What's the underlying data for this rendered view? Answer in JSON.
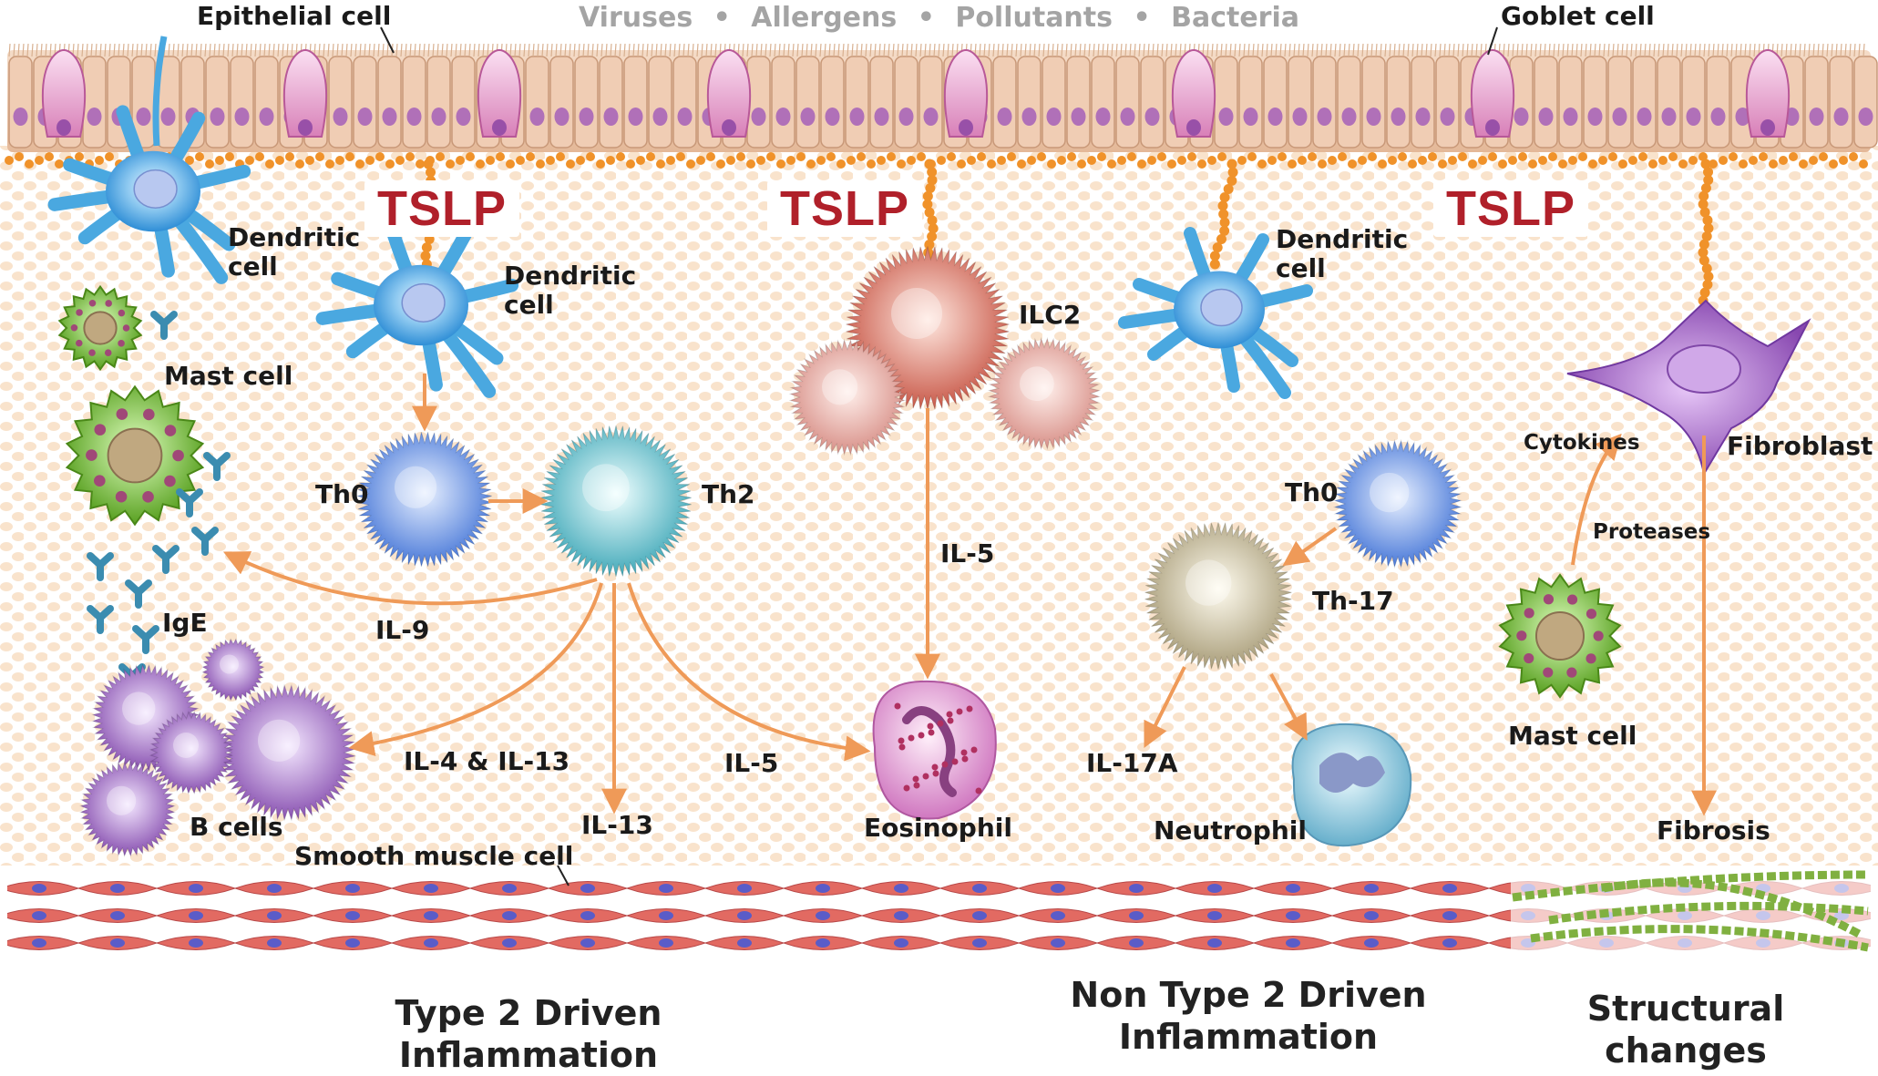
{
  "triggers": [
    "Viruses",
    "Allergens",
    "Pollutants",
    "Bacteria"
  ],
  "trigger_separator": "•",
  "tslp_label": "TSLP",
  "labels": {
    "epithelial": "Epithelial cell",
    "goblet": "Goblet cell",
    "dendritic_1": "Dendritic\ncell",
    "dendritic_2": "Dendritic\ncell",
    "dendritic_3": "Dendritic\ncell",
    "mast_1": "Mast cell",
    "mast_2": "Mast cell",
    "ige": "IgE",
    "b_cells": "B cells",
    "th0_1": "Th0",
    "th2": "Th2",
    "ilc2": "ILC2",
    "th0_2": "Th0",
    "th17": "Th-17",
    "il9": "IL-9",
    "il4_il13": "IL-4 & IL-13",
    "il13": "IL-13",
    "il5_a": "IL-5",
    "il5_b": "IL-5",
    "il17a": "IL-17A",
    "eosinophil": "Eosinophil",
    "neutrophil": "Neutrophil",
    "smooth_muscle": "Smooth muscle cell",
    "fibroblast": "Fibroblast",
    "cytokines": "Cytokines",
    "proteases": "Proteases",
    "fibrosis": "Fibrosis"
  },
  "captions": {
    "type2": "Type 2 Driven Inflammation",
    "nontype2": "Non Type 2 Driven\nInflammation",
    "structural": "Structural changes"
  },
  "colors": {
    "arrow": "#ef9a58",
    "tslp_text": "#b0202a",
    "epithelium": "#e8c4a8",
    "goblet": "#e8a8d0",
    "tslp_particles": "#f0922a",
    "dendritic": "#4aa8e0",
    "mast": "#8cc840",
    "b_cell": "#a070c0",
    "th0": "#6090e0",
    "th2": "#60c0c8",
    "ilc2": "#e08070",
    "th17": "#c8c0a0",
    "eosinophil": "#e0a0d0",
    "neutrophil": "#a8d8e8",
    "fibroblast": "#a060c0",
    "smooth_muscle": "#e86060",
    "fibrosis": "#80b040"
  }
}
